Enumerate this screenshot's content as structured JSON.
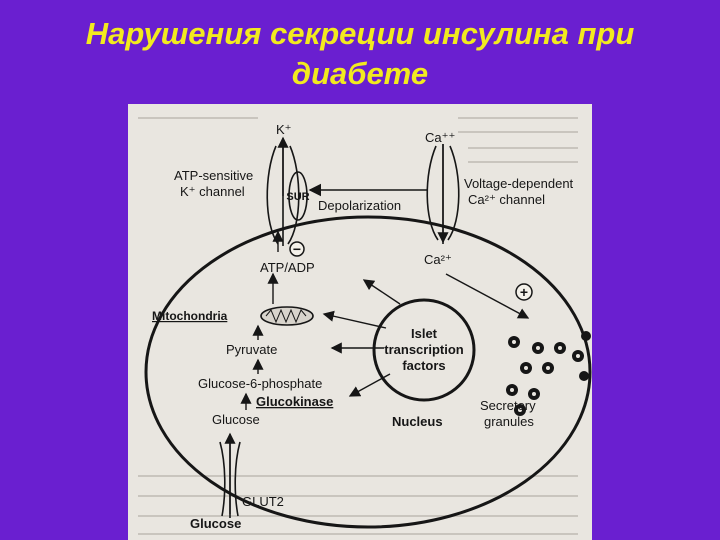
{
  "slide": {
    "title_line1": "Нарушения секреции инсулина при",
    "title_line2": "диабете"
  },
  "diagram": {
    "k_ion": "K⁺",
    "ca_ion": "Ca⁺⁺",
    "atp_channel_line1": "ATP-sensitive",
    "atp_channel_line2": "K⁺ channel",
    "sur": "SUR",
    "depolarization": "Depolarization",
    "vdcc_line1": "Voltage-dependent",
    "vdcc_line2": "Ca²⁺ channel",
    "minus_sign": "−",
    "plus_sign": "+",
    "atp_adp": "ATP/ADP",
    "ca2_inside": "Ca²⁺",
    "mitochondria": "Mitochondria",
    "pyruvate": "Pyruvate",
    "islet_line1": "Islet",
    "islet_line2": "transcription",
    "islet_line3": "factors",
    "g6p": "Glucose-6-phosphate",
    "glucokinase": "Glucokinase",
    "glucose_inside": "Glucose",
    "nucleus": "Nucleus",
    "secretory_line1": "Secretory",
    "secretory_line2": "granules",
    "glut2": "GLUT2",
    "glucose_outside": "Glucose"
  },
  "colors": {
    "background": "#6a1fd0",
    "title": "#f2ea1f",
    "paper": "#e9e6e0",
    "ink": "#161616"
  }
}
